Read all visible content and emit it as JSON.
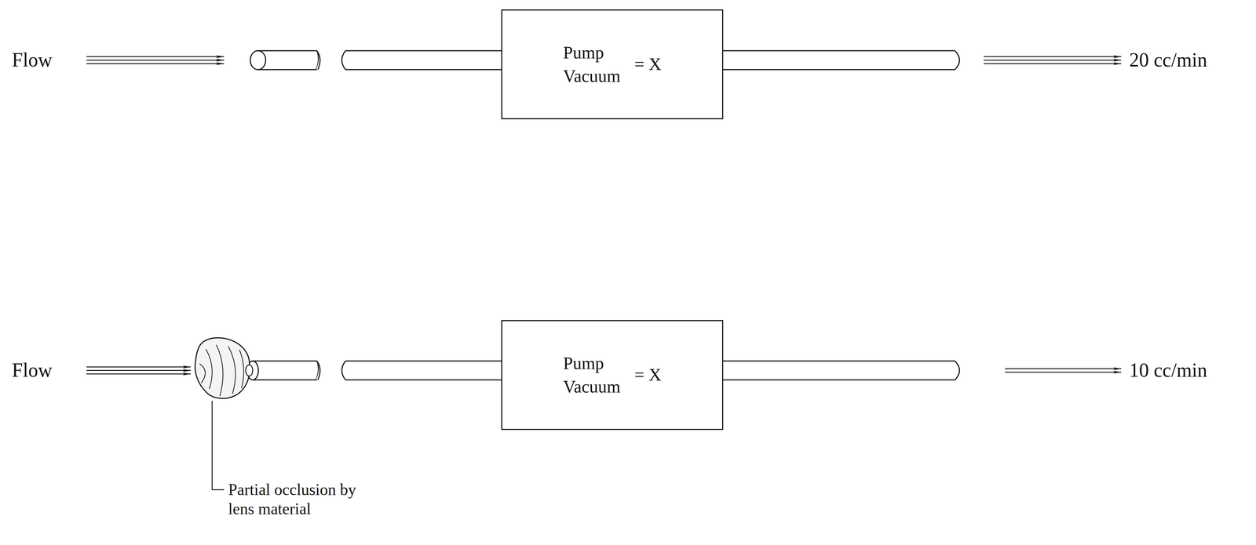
{
  "diagram": {
    "nodes": [
      {
        "text": [
          "Pump Vacuum",
          "= X"
        ]
      },
      {
        "text": [
          "Pump Vacuum",
          "= X"
        ]
      }
    ],
    "labels": [
      "Flow",
      "20 cc/min",
      "Flow",
      "10 cc/min",
      "Partial occlusion by lens material"
    ]
  }
}
